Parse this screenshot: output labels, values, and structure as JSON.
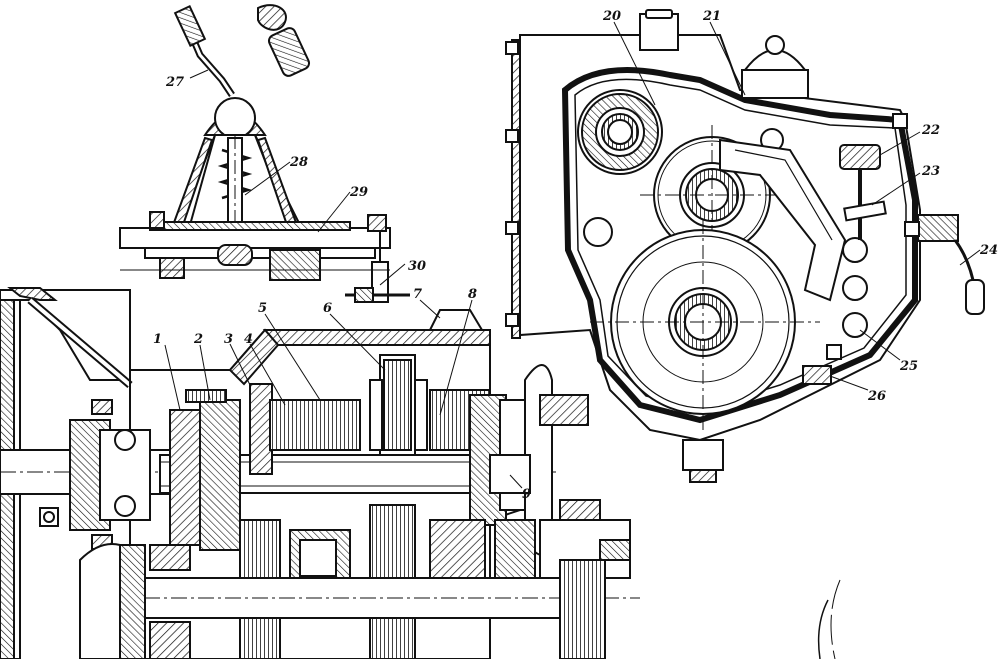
{
  "figure": {
    "ink": "#111111",
    "paper": "#ffffff",
    "callouts": [
      "1",
      "2",
      "3",
      "4",
      "5",
      "6",
      "7",
      "8",
      "9",
      "20",
      "21",
      "22",
      "23",
      "24",
      "25",
      "26",
      "27",
      "28",
      "29",
      "30"
    ]
  }
}
